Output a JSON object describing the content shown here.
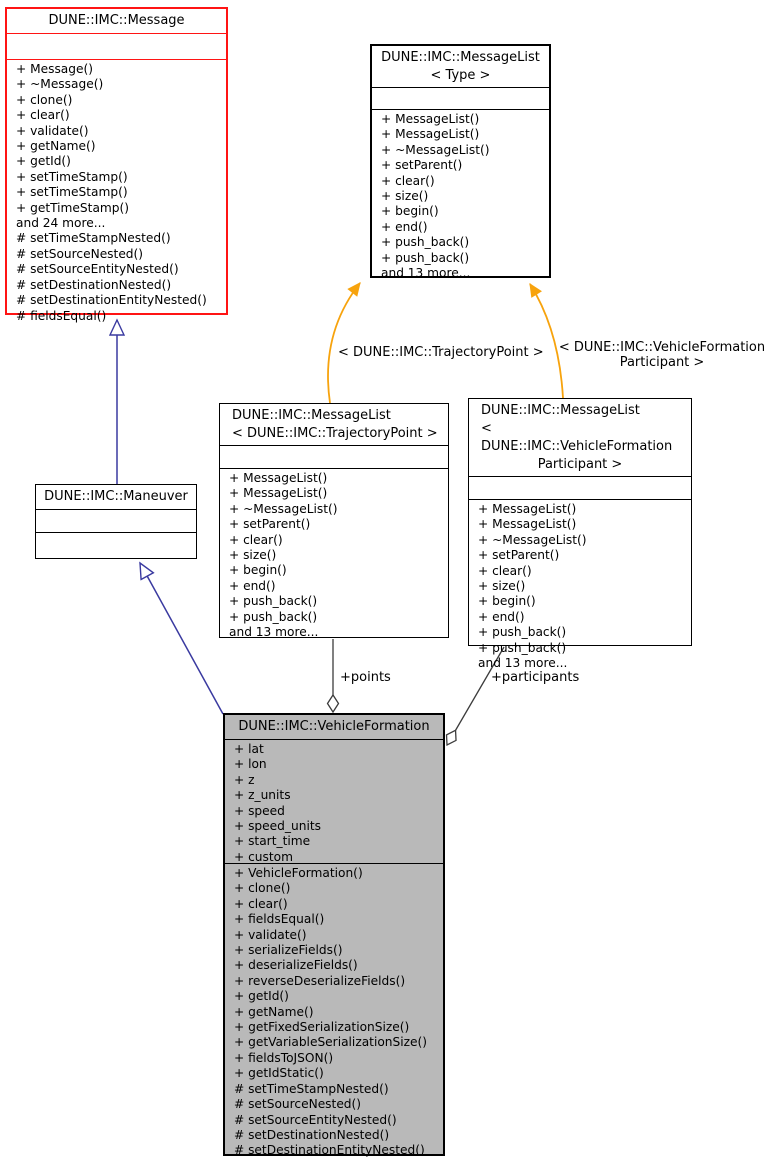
{
  "diagram": {
    "colors": {
      "inheritance_edge": "#3a3aa0",
      "template_edge": "#f7a30d",
      "aggregation_edge": "#3c3c3c",
      "highlight_box_fill": "#b9b9b9",
      "message_box_border": "#ff1414"
    },
    "classes": {
      "message": {
        "title": [
          "DUNE::IMC::Message"
        ],
        "methods": [
          "+ Message()",
          "+ ~Message()",
          "+ clone()",
          "+ clear()",
          "+ validate()",
          "+ getName()",
          "+ getId()",
          "+ setTimeStamp()",
          "+ setTimeStamp()",
          "+ getTimeStamp()",
          "and 24 more...",
          "# setTimeStampNested()",
          "# setSourceNested()",
          "# setSourceEntityNested()",
          "# setDestinationNested()",
          "# setDestinationEntityNested()",
          "# fieldsEqual()"
        ]
      },
      "messagelist_type": {
        "title": [
          "DUNE::IMC::MessageList",
          "< Type >"
        ],
        "methods": [
          "+ MessageList()",
          "+ MessageList()",
          "+ ~MessageList()",
          "+ setParent()",
          "+ clear()",
          "+ size()",
          "+ begin()",
          "+ end()",
          "+ push_back()",
          "+ push_back()",
          "and 13 more..."
        ]
      },
      "messagelist_trajectorypoint": {
        "title": [
          "DUNE::IMC::MessageList",
          "< DUNE::IMC::TrajectoryPoint >"
        ],
        "methods": [
          "+ MessageList()",
          "+ MessageList()",
          "+ ~MessageList()",
          "+ setParent()",
          "+ clear()",
          "+ size()",
          "+ begin()",
          "+ end()",
          "+ push_back()",
          "+ push_back()",
          "and 13 more..."
        ]
      },
      "messagelist_participant": {
        "title": [
          "DUNE::IMC::MessageList",
          "< DUNE::IMC::VehicleFormation",
          "Participant >"
        ],
        "methods": [
          "+ MessageList()",
          "+ MessageList()",
          "+ ~MessageList()",
          "+ setParent()",
          "+ clear()",
          "+ size()",
          "+ begin()",
          "+ end()",
          "+ push_back()",
          "+ push_back()",
          "and 13 more..."
        ]
      },
      "maneuver": {
        "title": [
          "DUNE::IMC::Maneuver"
        ]
      },
      "vehicleformation": {
        "title": [
          "DUNE::IMC::VehicleFormation"
        ],
        "attributes": [
          "+ lat",
          "+ lon",
          "+ z",
          "+ z_units",
          "+ speed",
          "+ speed_units",
          "+ start_time",
          "+ custom"
        ],
        "methods": [
          "+ VehicleFormation()",
          "+ clone()",
          "+ clear()",
          "+ fieldsEqual()",
          "+ validate()",
          "+ serializeFields()",
          "+ deserializeFields()",
          "+ reverseDeserializeFields()",
          "+ getId()",
          "+ getName()",
          "+ getFixedSerializationSize()",
          "+ getVariableSerializationSize()",
          "+ fieldsToJSON()",
          "+ getIdStatic()",
          "# setTimeStampNested()",
          "# setSourceNested()",
          "# setSourceEntityNested()",
          "# setDestinationNested()",
          "# setDestinationEntityNested()"
        ]
      }
    },
    "edge_labels": {
      "tmpl_trajectorypoint": "< DUNE::IMC::TrajectoryPoint >",
      "tmpl_participant": [
        "< DUNE::IMC::VehicleFormation",
        "Participant >"
      ],
      "points": "+points",
      "participants": "+participants"
    }
  }
}
